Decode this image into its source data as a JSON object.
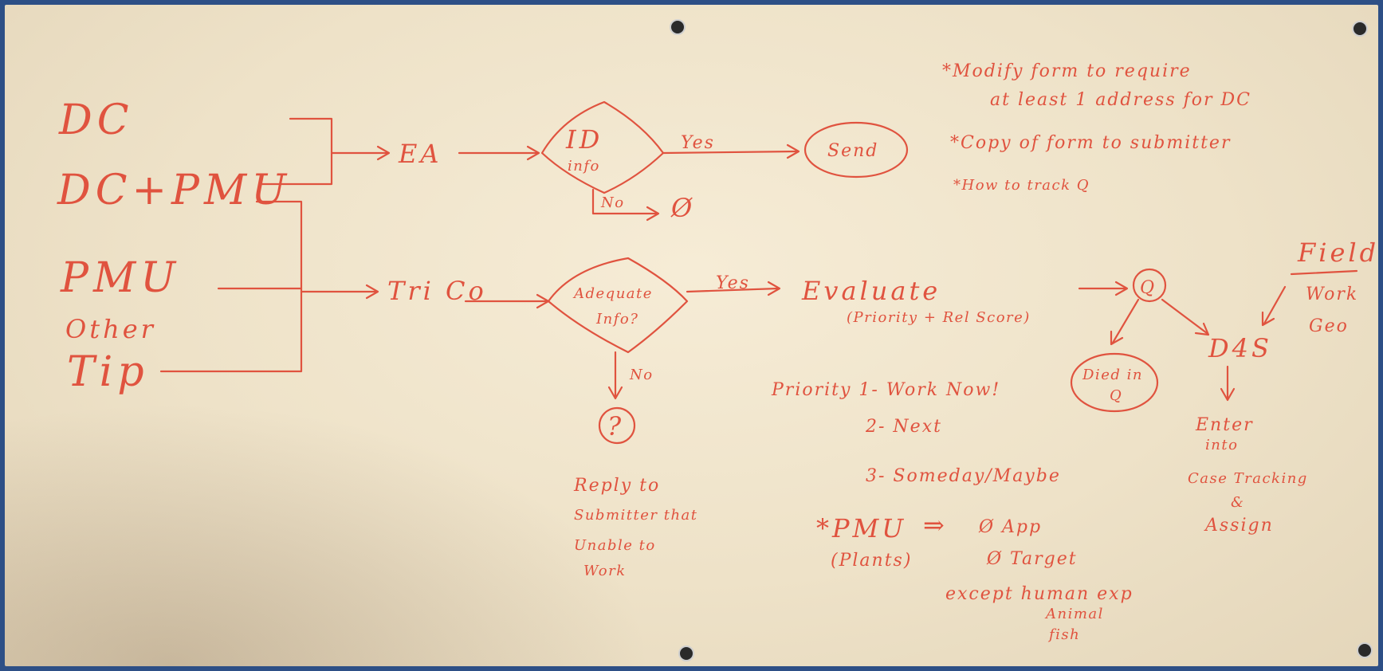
{
  "sources": {
    "dc": "DC",
    "dc_pmu": "DC+PMU",
    "pmu": "PMU",
    "other": "Other",
    "tip": "Tip"
  },
  "top_flow": {
    "ea": "EA",
    "decision_line1": "ID",
    "decision_line2": "info",
    "yes": "Yes",
    "no": "No",
    "send": "Send",
    "null_symbol": "Ø"
  },
  "bottom_flow": {
    "trico": "Tri Co",
    "decision_line1": "Adequate",
    "decision_line2": "Info?",
    "yes": "Yes",
    "no": "No",
    "question": "?",
    "reply": [
      "Reply to",
      "Submitter that",
      "Unable to",
      "Work"
    ],
    "evaluate": "Evaluate",
    "evaluate_sub": "(Priority + Rel Score)",
    "queue": "Q",
    "died_line1": "Died in",
    "died_line2": "Q",
    "d4s": "D4S",
    "field": "Field",
    "work": "Work",
    "geo": "Geo",
    "enter": [
      "Enter",
      "into",
      "Case Tracking",
      "&",
      "Assign"
    ]
  },
  "priorities": {
    "p1": "Priority 1- Work Now!",
    "p2": "2- Next",
    "p3": "3- Someday/Maybe"
  },
  "pmu_note": {
    "pmu": "*PMU",
    "plants": "(Plants)",
    "arrow": "⇒",
    "app": "Ø App",
    "target": "Ø Target",
    "except": "except human exp",
    "animal": "Animal",
    "fish": "fish"
  },
  "notes": {
    "n1_line1": "*Modify form to require",
    "n1_line2": "at least 1 address for DC",
    "n2": "*Copy of form to submitter",
    "n3": "*How to track Q"
  },
  "colors": {
    "marker": "#e0533f",
    "board": "#f2e7cf",
    "frame": "#2d4f86"
  }
}
